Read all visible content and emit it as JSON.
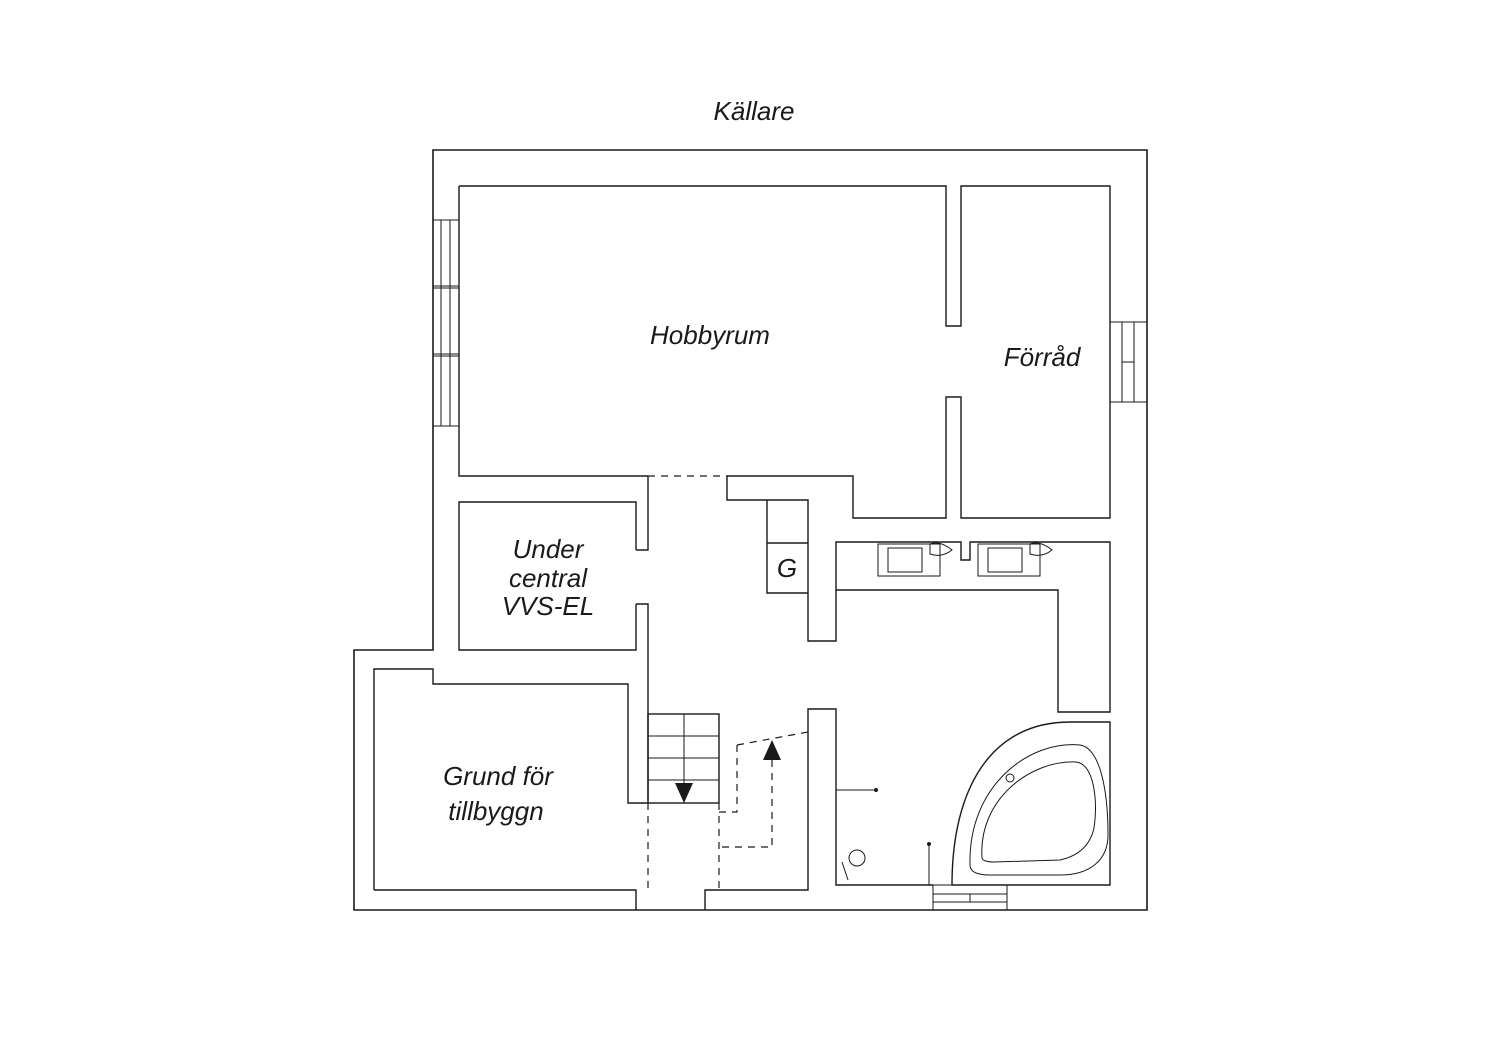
{
  "plan": {
    "title": "Källare",
    "rooms": {
      "hobbyrum": "Hobbyrum",
      "forrad": "Förråd",
      "undercentral": [
        "Under",
        "central",
        "VVS-EL"
      ],
      "grund": [
        "Grund för",
        "tillbyggn"
      ],
      "g_marker": "G"
    }
  }
}
